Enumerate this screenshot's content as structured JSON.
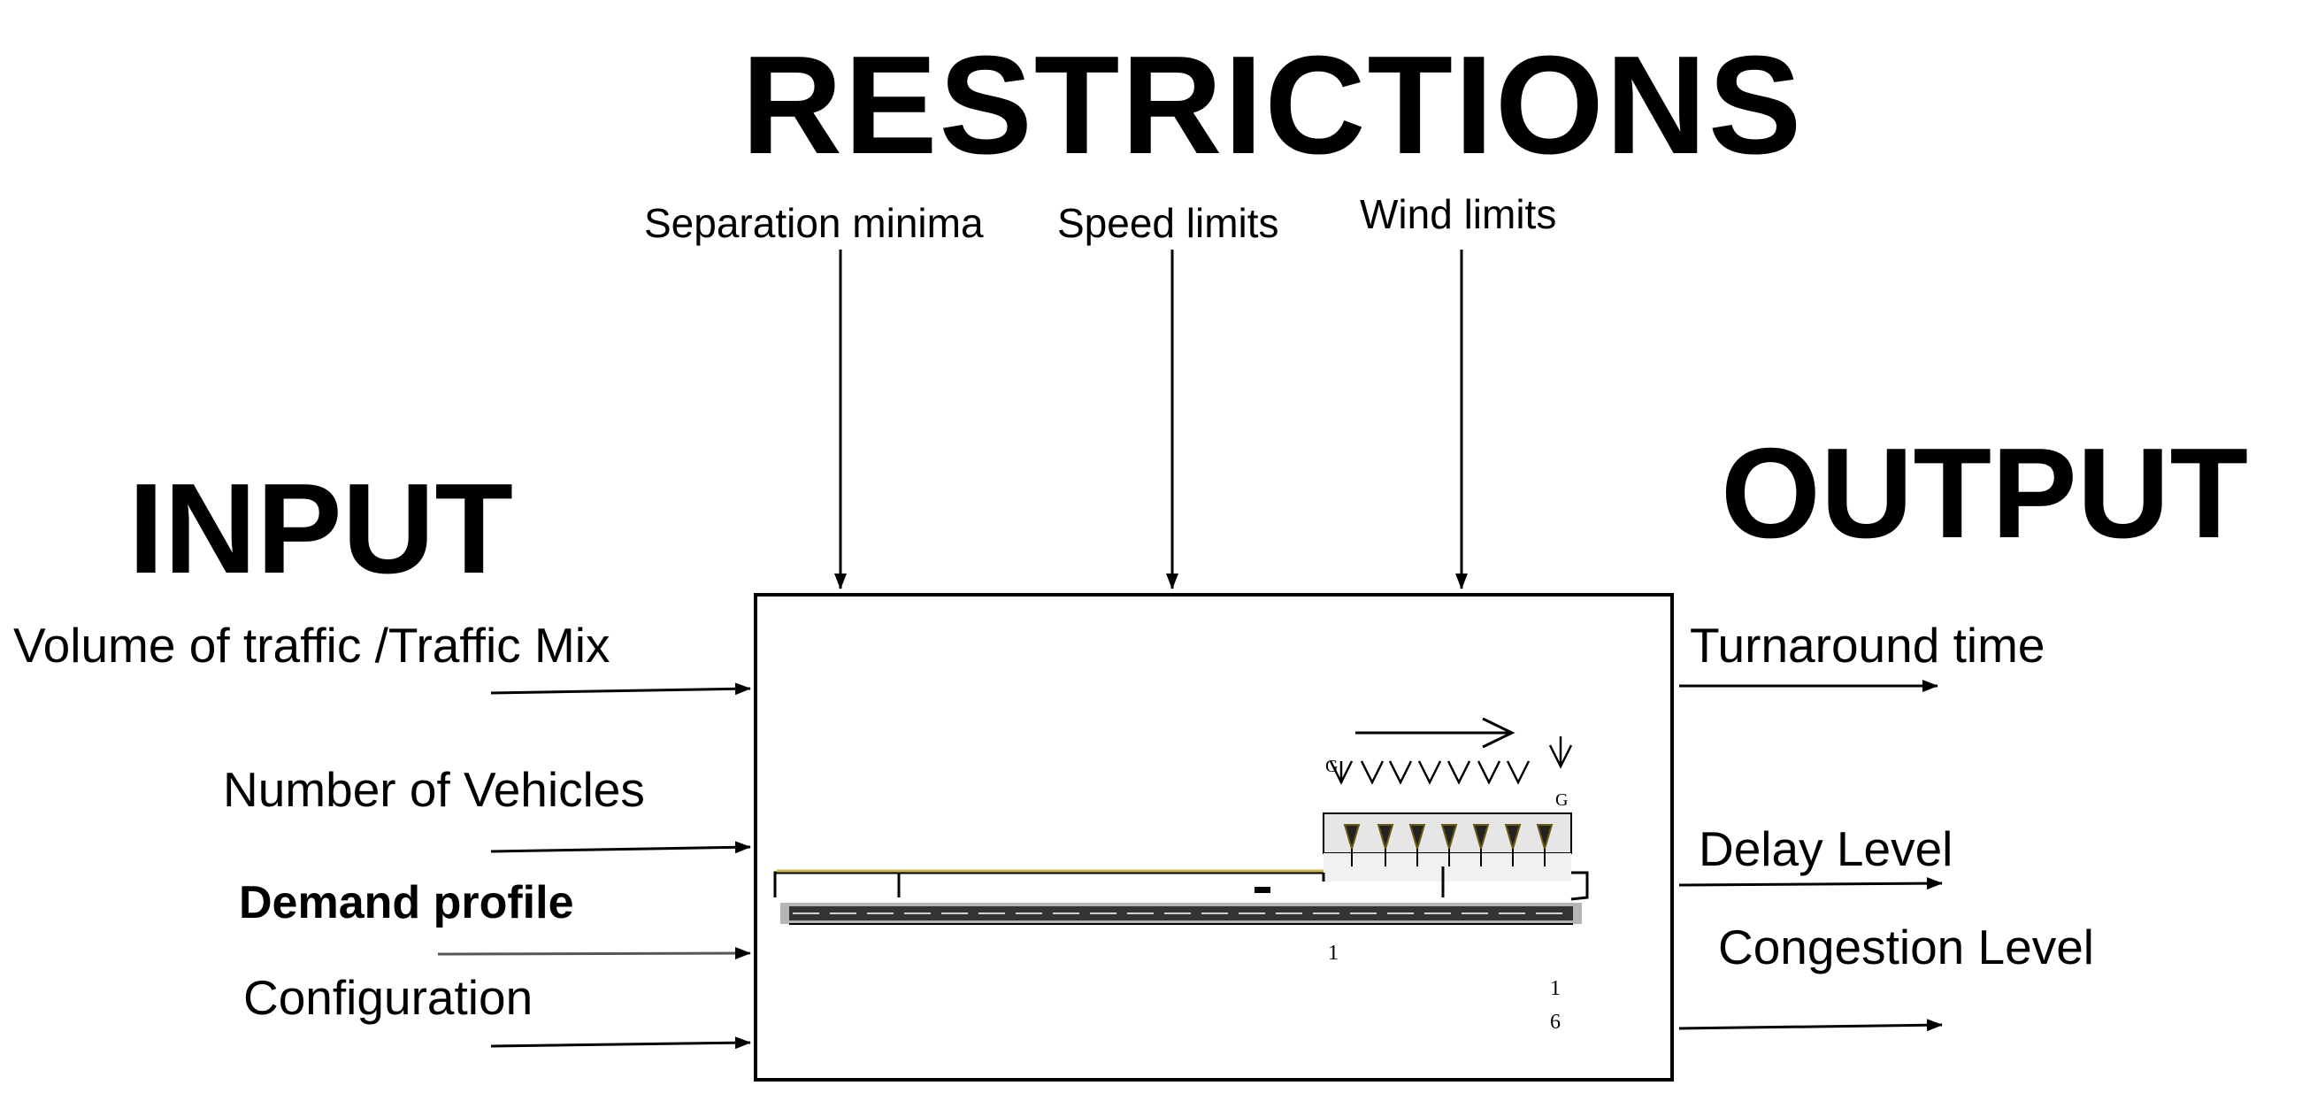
{
  "headings": {
    "restrictions": "RESTRICTIONS",
    "input": "INPUT",
    "output": "OUTPUT"
  },
  "restrictions": {
    "separation": "Separation minima",
    "speed": "Speed limits",
    "wind": "Wind limits"
  },
  "inputs": {
    "volume": "Volume of traffic /Traffic Mix",
    "vehicles": "Number of Vehicles",
    "demand": "Demand profile",
    "configuration": "Configuration"
  },
  "outputs": {
    "turnaround": "Turnaround time",
    "delay": "Delay Level",
    "congestion": "Congestion Level"
  },
  "process_image": {
    "marker_1": "1",
    "marker_16_top": "1",
    "marker_16_bottom": "6",
    "marker_g_left": "G",
    "marker_g_right": "G"
  },
  "colors": {
    "line": "#000000",
    "arrow_gray": "#555555",
    "taxiway_yellow": "#c9b84a",
    "stand_gray": "#b5b5b5",
    "runway_dark": "#333333"
  }
}
